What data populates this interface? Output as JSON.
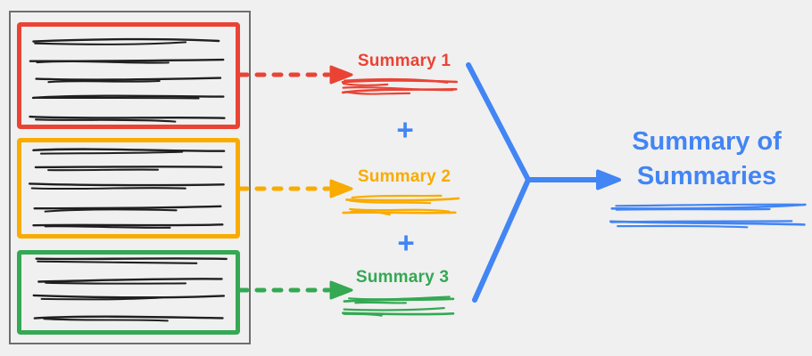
{
  "colors": {
    "background": "#F0F0F0",
    "document_frame": "#6E6E6E",
    "ink": "#1F1F1F",
    "red": "#EA4335",
    "yellow": "#F9AB00",
    "green": "#34A853",
    "blue": "#4285F4"
  },
  "source_document": {
    "chunks": [
      {
        "label": "Summary 1",
        "color": "#EA4335",
        "text_lines": 5
      },
      {
        "label": "Summary 2",
        "color": "#F9AB00",
        "text_lines": 5
      },
      {
        "label": "Summary 3",
        "color": "#34A853",
        "text_lines": 4
      }
    ]
  },
  "operators": [
    "+",
    "+"
  ],
  "output": {
    "label": "Summary of Summaries",
    "color": "#4285F4"
  }
}
